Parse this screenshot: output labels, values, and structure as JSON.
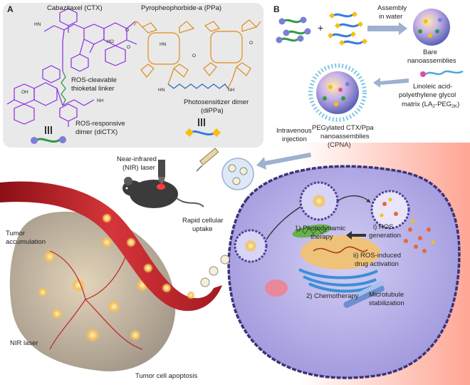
{
  "panel_a": {
    "letter": "A",
    "cabazitaxel": "Cabazitaxel (CTX)",
    "ppa": "Pyropheophorbide-a (PPa)",
    "linker_line1": "ROS-cleavable",
    "linker_line2": "thioketal linker",
    "dictx_line1": "ROS-responsive",
    "dictx_line2": "dimer (diCTX)",
    "dippa_line1": "Photosensitizer dimer",
    "dippa_line2": "(diPPa)",
    "atoms": {
      "hn": "HN",
      "nh": "NH",
      "o": "O",
      "ho": "HO",
      "oh": "OH"
    }
  },
  "panel_b": {
    "letter": "B",
    "plus": "+",
    "assembly_line1": "Assembly",
    "assembly_line2": "in water",
    "bare_line1": "Bare",
    "bare_line2": "nanoassemblies",
    "linoleic_line1": "Linoleic acid-",
    "linoleic_line2": "polyethylene glycol",
    "linoleic_line3": "matrix (LA",
    "linoleic_sub1": "2",
    "linoleic_mid": "-PEG",
    "linoleic_sub2": "2K",
    "linoleic_end": ")",
    "cpna_line1": "PEGylated CTX/Ppa",
    "cpna_line2": "nanoassemblies",
    "cpna_line3": "(CPNA)",
    "iv_line1": "Intravenous",
    "iv_line2": "injection",
    "nir_laser_line1": "Near-infrared",
    "nir_laser_line2": "(NIR) laser",
    "uptake_line1": "Rapid cellular",
    "uptake_line2": "uptake",
    "tumor_acc_line1": "Tumor",
    "tumor_acc_line2": "accumulation",
    "nir_laser_label": "NIR laser",
    "apoptosis": "Tumor cell apoptosis",
    "pdt_line1": "1) Photodynamic",
    "pdt_line2": "therapy",
    "ros_gen_line1": "i) ROS",
    "ros_gen_line2": "generation",
    "ros_drug_line1": "ii) ROS-induced",
    "ros_drug_line2": "drug activation",
    "chemo": "2) Chemotherapy",
    "micro_line1": "Microtubule",
    "micro_line2": "stabilization"
  },
  "colors": {
    "purple": "#8a2be2",
    "orange": "#e08a1a",
    "green": "#2e9a45",
    "cell": "#b9b2ea",
    "vessel": "#c0242a"
  }
}
